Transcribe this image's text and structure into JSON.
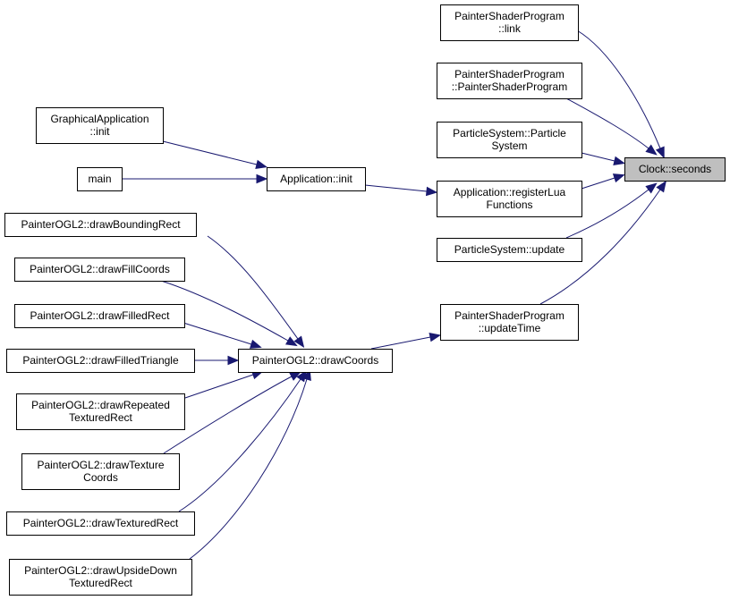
{
  "diagram": {
    "edge_color": "#191970",
    "root_fill": "#bfbfbf",
    "nodes": [
      {
        "id": "clock_seconds",
        "name": "node-clock-seconds",
        "lines": [
          "Clock::seconds"
        ],
        "root": true
      },
      {
        "id": "psp_link",
        "name": "node-painter-shader-program-link",
        "lines": [
          "PainterShaderProgram",
          "::link"
        ]
      },
      {
        "id": "psp_ctor",
        "name": "node-painter-shader-program-constructor",
        "lines": [
          "PainterShaderProgram",
          "::PainterShaderProgram"
        ]
      },
      {
        "id": "ps_ctor",
        "name": "node-particle-system-constructor",
        "lines": [
          "ParticleSystem::Particle",
          "System"
        ]
      },
      {
        "id": "app_reglua",
        "name": "node-application-register-lua-functions",
        "lines": [
          "Application::registerLua",
          "Functions"
        ]
      },
      {
        "id": "ps_update",
        "name": "node-particle-system-update",
        "lines": [
          "ParticleSystem::update"
        ]
      },
      {
        "id": "psp_update",
        "name": "node-painter-shader-program-update-time",
        "lines": [
          "PainterShaderProgram",
          "::updateTime"
        ]
      },
      {
        "id": "app_init",
        "name": "node-application-init",
        "lines": [
          "Application::init"
        ]
      },
      {
        "id": "ga_init",
        "name": "node-graphical-application-init",
        "lines": [
          "GraphicalApplication",
          "::init"
        ]
      },
      {
        "id": "main",
        "name": "node-main",
        "lines": [
          "main"
        ]
      },
      {
        "id": "dc",
        "name": "node-painter-ogl2-draw-coords",
        "lines": [
          "PainterOGL2::drawCoords"
        ]
      },
      {
        "id": "dbr",
        "name": "node-painter-ogl2-draw-bounding-rect",
        "lines": [
          "PainterOGL2::drawBoundingRect"
        ]
      },
      {
        "id": "dfc",
        "name": "node-painter-ogl2-draw-fill-coords",
        "lines": [
          "PainterOGL2::drawFillCoords"
        ]
      },
      {
        "id": "dfr",
        "name": "node-painter-ogl2-draw-filled-rect",
        "lines": [
          "PainterOGL2::drawFilledRect"
        ]
      },
      {
        "id": "dft",
        "name": "node-painter-ogl2-draw-filled-triangle",
        "lines": [
          "PainterOGL2::drawFilledTriangle"
        ]
      },
      {
        "id": "drtr",
        "name": "node-painter-ogl2-draw-repeated-textured-rect",
        "lines": [
          "PainterOGL2::drawRepeated",
          "TexturedRect"
        ]
      },
      {
        "id": "dtc",
        "name": "node-painter-ogl2-draw-texture-coords",
        "lines": [
          "PainterOGL2::drawTexture",
          "Coords"
        ]
      },
      {
        "id": "dtr",
        "name": "node-painter-ogl2-draw-textured-rect",
        "lines": [
          "PainterOGL2::drawTexturedRect"
        ]
      },
      {
        "id": "dudtr",
        "name": "node-painter-ogl2-draw-upside-down-textured-rect",
        "lines": [
          "PainterOGL2::drawUpsideDown",
          "TexturedRect"
        ]
      }
    ],
    "edges": [
      {
        "from": "psp_link",
        "to": "clock_seconds"
      },
      {
        "from": "psp_ctor",
        "to": "clock_seconds"
      },
      {
        "from": "ps_ctor",
        "to": "clock_seconds"
      },
      {
        "from": "app_reglua",
        "to": "clock_seconds"
      },
      {
        "from": "ps_update",
        "to": "clock_seconds"
      },
      {
        "from": "psp_update",
        "to": "clock_seconds"
      },
      {
        "from": "app_init",
        "to": "app_reglua"
      },
      {
        "from": "ga_init",
        "to": "app_init"
      },
      {
        "from": "main",
        "to": "app_init"
      },
      {
        "from": "dc",
        "to": "psp_update"
      },
      {
        "from": "dbr",
        "to": "dc"
      },
      {
        "from": "dfc",
        "to": "dc"
      },
      {
        "from": "dfr",
        "to": "dc"
      },
      {
        "from": "dft",
        "to": "dc"
      },
      {
        "from": "drtr",
        "to": "dc"
      },
      {
        "from": "dtc",
        "to": "dc"
      },
      {
        "from": "dtr",
        "to": "dc"
      },
      {
        "from": "dudtr",
        "to": "dc"
      }
    ]
  }
}
